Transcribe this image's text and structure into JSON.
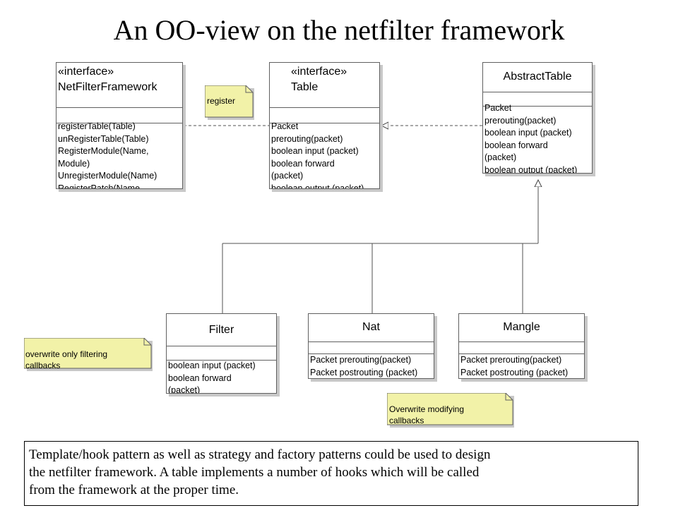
{
  "title": "An OO-view on the netfilter framework",
  "classes": {
    "netfilter_framework": {
      "stereotype": "«interface»",
      "name": "NetFilterFramework",
      "operations": [
        "registerTable(Table)",
        "unRegisterTable(Table)",
        "RegisterModule(Name,",
        "Module)",
        "UnregisterModule(Name)",
        "RegisterPatch(Name"
      ]
    },
    "table": {
      "stereotype": "«interface»",
      "name": "Table",
      "operations": [
        "Packet",
        "prerouting(packet)",
        "boolean input (packet)",
        "boolean forward",
        "(packet)",
        "boolean output (packet)"
      ]
    },
    "abstract_table": {
      "name": "AbstractTable",
      "operations": [
        "Packet",
        "prerouting(packet)",
        "boolean input (packet)",
        "boolean forward",
        "(packet)",
        "boolean output (packet)"
      ]
    },
    "filter": {
      "name": "Filter",
      "operations": [
        "boolean input (packet)",
        "boolean forward",
        "(packet)"
      ]
    },
    "nat": {
      "name": "Nat",
      "operations": [
        "Packet prerouting(packet)",
        "Packet postrouting (packet)"
      ]
    },
    "mangle": {
      "name": "Mangle",
      "operations": [
        "Packet prerouting(packet)",
        "Packet postrouting (packet)"
      ]
    }
  },
  "notes": {
    "register": [
      "register"
    ],
    "filter_note": [
      "overwrite only filtering",
      "callbacks"
    ],
    "modify_note": [
      "Overwrite modifying",
      "callbacks"
    ]
  },
  "caption": [
    "Template/hook pattern as well as strategy and factory patterns could be used to design",
    "the netfilter framework. A table implements a number of hooks which will be called",
    "from the framework at the proper time."
  ],
  "colors": {
    "note_fill": "#f2f2a8",
    "border": "#606060",
    "shadow": "#c8c8c8"
  }
}
